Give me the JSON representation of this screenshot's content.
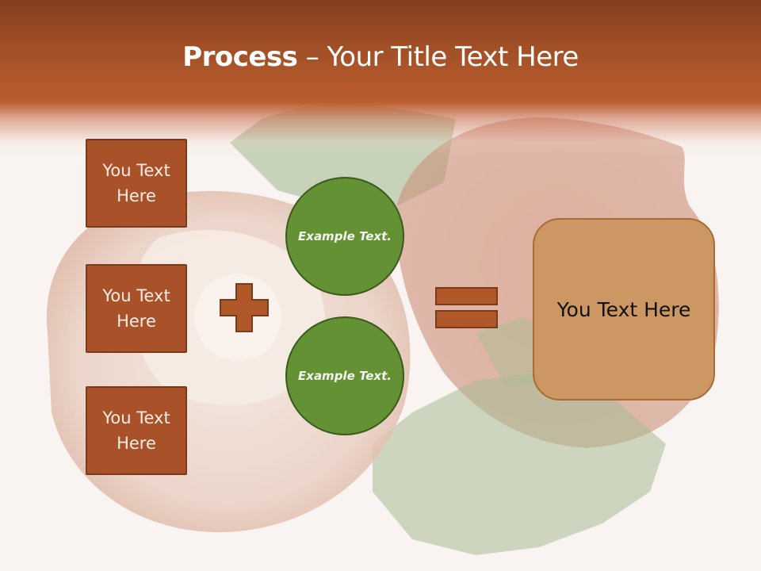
{
  "slide": {
    "title_bold": "Process",
    "title_rest": " – Your Title Text Here",
    "boxes": [
      {
        "label": "You Text Here"
      },
      {
        "label": "You Text Here"
      },
      {
        "label": "You Text Here"
      }
    ],
    "operator_plus": "plus-icon",
    "circles": [
      {
        "label": "Example Text."
      },
      {
        "label": "Example Text."
      }
    ],
    "operator_equals": "equals-icon",
    "result": {
      "label": "You Text Here"
    },
    "colors": {
      "header": "#9d4d25",
      "box_fill": "#a9522a",
      "box_border": "#7a3b1c",
      "circle_fill": "#659135",
      "circle_border": "#3b5a1c",
      "result_fill": "#cc9763",
      "result_border": "#a86b36"
    }
  }
}
